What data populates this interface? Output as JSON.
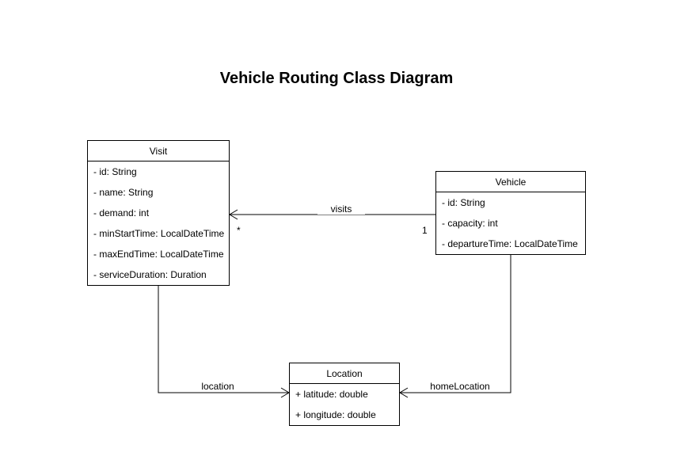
{
  "title": "Vehicle Routing Class Diagram",
  "classes": {
    "visit": {
      "name": "Visit",
      "attributes": [
        "- id: String",
        "- name: String",
        "- demand: int",
        "- minStartTime: LocalDateTime",
        "- maxEndTime: LocalDateTime",
        "- serviceDuration: Duration"
      ]
    },
    "vehicle": {
      "name": "Vehicle",
      "attributes": [
        "- id: String",
        "- capacity: int",
        "- departureTime: LocalDateTime"
      ]
    },
    "location": {
      "name": "Location",
      "attributes": [
        "+ latitude: double",
        "+ longitude: double"
      ]
    }
  },
  "relationships": {
    "visits": {
      "label": "visits",
      "source_multiplicity": "1",
      "target_multiplicity": "*"
    },
    "location": {
      "label": "location"
    },
    "home_location": {
      "label": "homeLocation"
    }
  },
  "colors": {
    "background": "#ffffff",
    "border": "#000000",
    "line": "#000000",
    "text": "#000000"
  }
}
